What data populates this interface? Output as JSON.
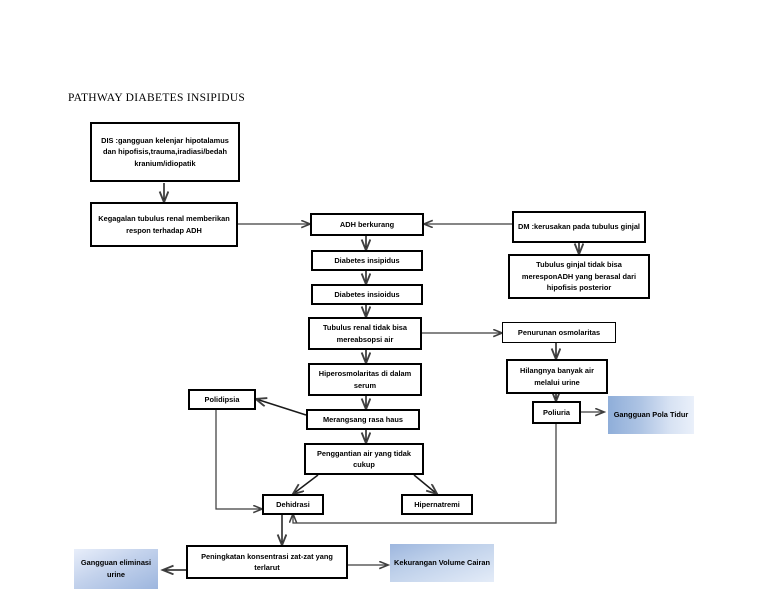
{
  "title": "PATHWAY DIABETES INSIPIDUS",
  "nodes": {
    "dis": "DIS :gangguan kelenjar hipotalamus dan hipofisis,trauma,iradiasi/bedah kranium/idiopatik",
    "kegagalan": "Kegagalan tubulus renal memberikan respon terhadap ADH",
    "adh_berkurang": "ADH berkurang",
    "dm": "DM :kerusakan pada tubulus ginjal",
    "diabetes_insipidus": "Diabetes insipidus",
    "diabetes_insioidus": "Diabetes insioidus",
    "tubulus_ginjal": "Tubulus ginjal tidak bisa meresponADH yang berasal dari hipofisis posterior",
    "tubulus_renal": "Tubulus renal tidak bisa mereabsopsi air",
    "penurunan_osmolaritas": "Penurunan osmolaritas",
    "hiperosmolaritas": "Hiperosmolaritas di dalam serum",
    "hilangnya_air": "Hilangnya banyak air melalui urine",
    "polidipsia": "Polidipsia",
    "merangsang_haus": "Merangsang rasa haus",
    "poliuria": "Poliuria",
    "gangguan_pola_tidur": "Gangguan Pola Tidur",
    "penggantian_air": "Penggantian air yang tidak cukup",
    "dehidrasi": "Dehidrasi",
    "hipernatremi": "Hipernatremi",
    "gangguan_eliminasi": "Gangguan eliminasi urine",
    "peningkatan_konsentrasi": "Peningkatan konsentrasi zat-zat yang terlarut",
    "kekurangan_volume": "Kekurangan Volume Cairan"
  },
  "colors": {
    "box_border": "#000000",
    "box_fill": "#ffffff",
    "connector": "#3f3f3f",
    "gradient_blue_dark": "#8faed9",
    "gradient_blue_light": "#eaf0fa",
    "text": "#000000"
  }
}
